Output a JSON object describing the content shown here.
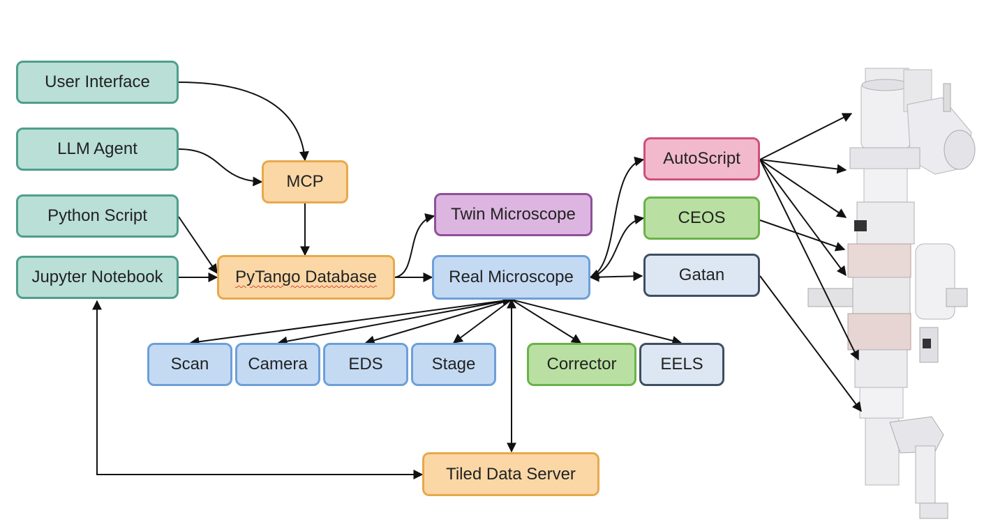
{
  "nodes": {
    "user_interface": "User Interface",
    "llm_agent": "LLM Agent",
    "python_script": "Python Script",
    "jupyter_notebook": "Jupyter Notebook",
    "mcp": "MCP",
    "pytango_database": "PyTango Database",
    "twin_microscope": "Twin Microscope",
    "real_microscope": "Real Microscope",
    "autoscript": "AutoScript",
    "ceos": "CEOS",
    "gatan": "Gatan",
    "scan": "Scan",
    "camera": "Camera",
    "eds": "EDS",
    "stage": "Stage",
    "corrector": "Corrector",
    "eels": "EELS",
    "tiled_data_server": "Tiled Data Server"
  },
  "colors": {
    "teal": "#b9dfd6",
    "orange": "#fbd7a6",
    "purple": "#dcb6e0",
    "blue": "#c4daf3",
    "green": "#b9e0a2",
    "slate": "#dde7f3",
    "pink": "#f2b9cc",
    "arrow": "#111111"
  }
}
